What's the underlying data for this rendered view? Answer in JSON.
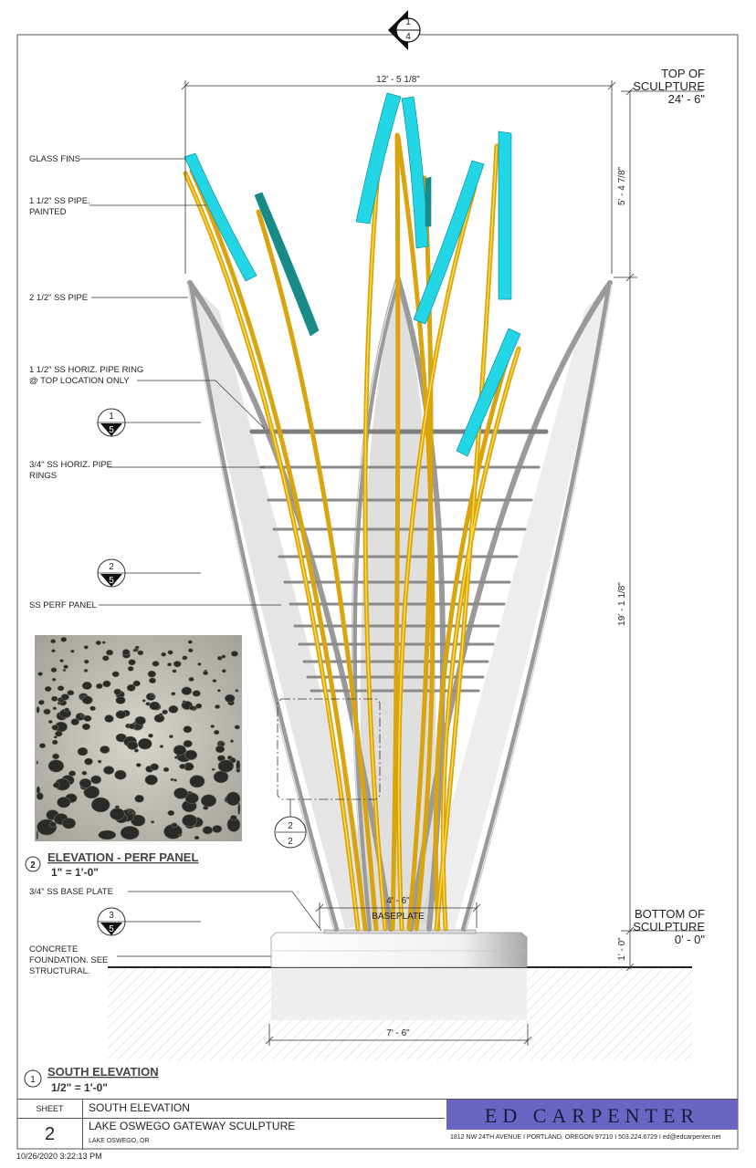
{
  "section_marks": {
    "top": {
      "num": "1",
      "ref": "4"
    },
    "mark1": {
      "num": "1",
      "ref": "5"
    },
    "mark2": {
      "num": "2",
      "ref": "5"
    },
    "mark3": {
      "num": "3",
      "ref": "5"
    },
    "detail": {
      "num": "2",
      "ref": "2"
    }
  },
  "dims": {
    "overall_width": "12' - 5 1/8\"",
    "fin_height": "5' - 4 7/8\"",
    "main_height": "19' - 1 1/8\"",
    "base_height": "1' - 0\"",
    "baseplate_width": "4' - 6\"",
    "baseplate_label": "BASEPLATE",
    "foundation_width": "7' - 6\""
  },
  "levels": {
    "top": {
      "line1": "TOP OF",
      "line2": "SCULPTURE",
      "value": "24' - 6\""
    },
    "bottom": {
      "line1": "BOTTOM OF",
      "line2": "SCULPTURE",
      "value": "0' - 0\""
    }
  },
  "notes": {
    "glass_fins": "GLASS FINS",
    "pipe_painted_1": "1 1/2\" SS PIPE.",
    "pipe_painted_2": "PAINTED",
    "ss_pipe": "2 1/2\" SS PIPE",
    "ring_1": "1 1/2\" SS HORIZ. PIPE RING",
    "ring_2": "@ TOP LOCATION ONLY",
    "rings_1": "3/4\" SS HORIZ. PIPE",
    "rings_2": "RINGS",
    "perf_panel": "SS PERF PANEL",
    "base_plate": "3/4\" SS BASE PLATE",
    "foundation_1": "CONCRETE",
    "foundation_2": "FOUNDATION.  SEE",
    "foundation_3": "STRUCTURAL."
  },
  "views": {
    "detail": {
      "num": "2",
      "title": "ELEVATION - PERF PANEL",
      "scale": "1\" = 1'-0\""
    },
    "main": {
      "num": "1",
      "title": "SOUTH ELEVATION",
      "scale": "1/2\" = 1'-0\""
    }
  },
  "title_block": {
    "sheet_label": "SHEET",
    "sheet_number": "2",
    "view_name": "SOUTH ELEVATION",
    "project": "LAKE OSWEGO GATEWAY SCULPTURE",
    "location": "LAKE OSWEGO, OR",
    "firm": "ED CARPENTER",
    "address": "1812 NW 24TH AVENUE   I   PORTLAND, OREGON 97210   I   503.224.6729   I  ed@edcarpenter.net"
  },
  "timestamp": "10/26/2020 3:22:13 PM",
  "colors": {
    "glass": "#22d6e6",
    "glass_dark": "#1a8a86",
    "pipe_yellow": "#f2c21a",
    "pipe_gray": "#9c9c9c",
    "title_block": "#6a64c2"
  }
}
